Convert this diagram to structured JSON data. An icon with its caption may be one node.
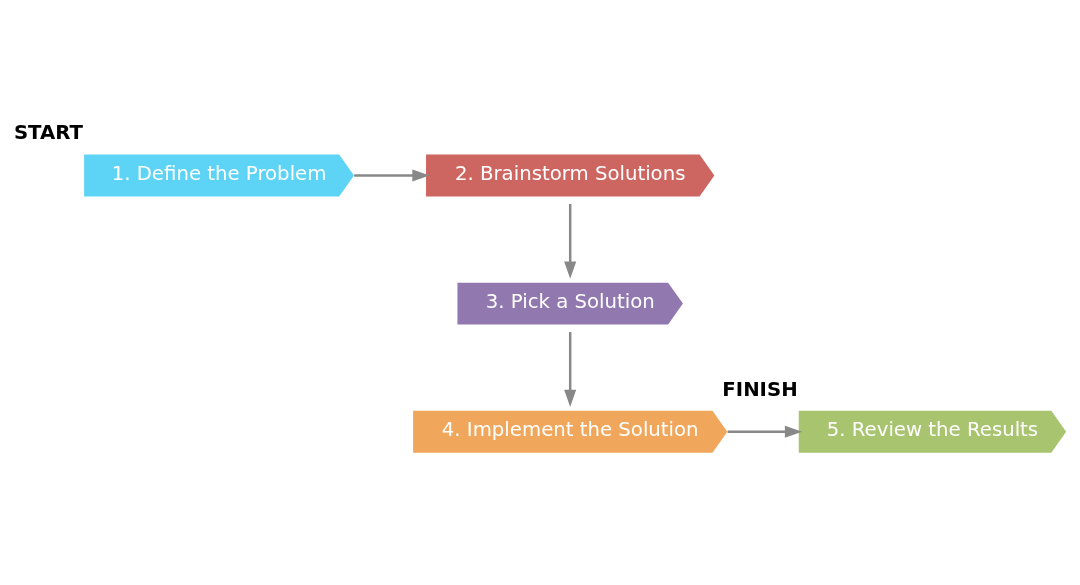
{
  "diagram": {
    "nodes": [
      {
        "text": [
          "1. Define the Problem"
        ],
        "beside": [
          "START"
        ]
      },
      {
        "text": [
          "2. Brainstorm Solutions"
        ]
      },
      {
        "text": [
          "3. Pick a Solution"
        ]
      },
      {
        "text": [
          "4. Implement the Solution"
        ]
      },
      {
        "text": [
          "5. Review the Results"
        ],
        "beside": [
          "FINISH"
        ]
      }
    ],
    "edges": [
      {
        "from": 0,
        "to": 1,
        "arrow": "to"
      },
      {
        "from": 1,
        "to": 2,
        "arrow": "to"
      },
      {
        "from": 2,
        "to": 3,
        "arrow": "to"
      },
      {
        "from": 3,
        "to": 4,
        "arrow": "to"
      }
    ]
  }
}
